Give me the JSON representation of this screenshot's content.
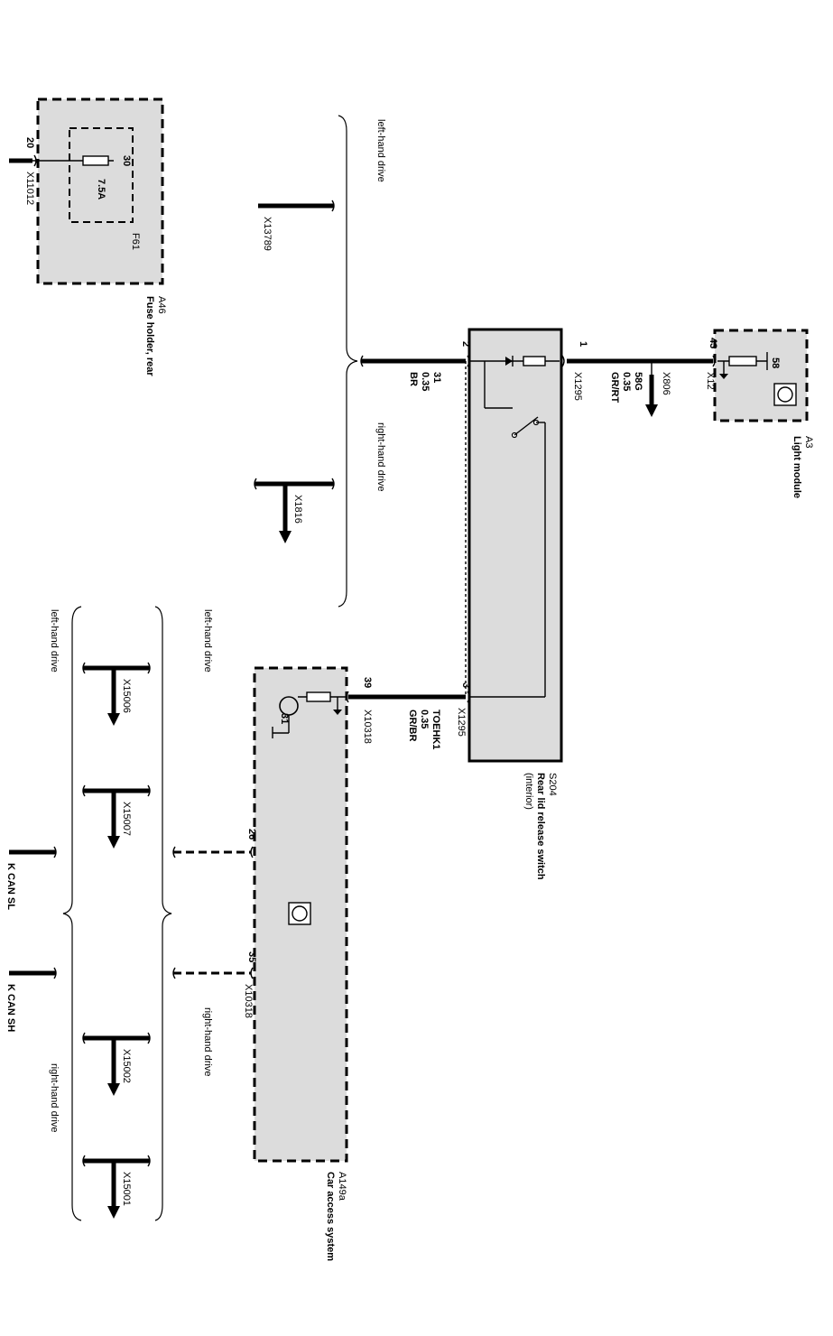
{
  "components": {
    "a46": {
      "id": "A46",
      "name": "Fuse holder, rear"
    },
    "f61": {
      "id": "F61",
      "pin": "30",
      "rating": "7.5A"
    },
    "a3": {
      "id": "A3",
      "name": "Light module",
      "pin": "58"
    },
    "s204": {
      "id": "S204",
      "name_line1": "Rear lid release switch",
      "name_line2": "(interior)"
    },
    "a149a": {
      "id": "A149a",
      "name": "Car access system",
      "pin": "31"
    }
  },
  "connectors": {
    "x11012": "X11012",
    "x11012_pin": "20",
    "x12": "X12",
    "x12_pin": "43",
    "x806": "X806",
    "x1295_top": "X1295",
    "x1295_pin1": "1",
    "x1295_pin2": "2",
    "x1295_bottom": "X1295",
    "x1295_pin3": "3",
    "x13789": "X13789",
    "x1816": "X1816",
    "x10318_a": "X10318",
    "x10318_a_pin": "39",
    "x10318_b": "X10318",
    "x10318_b_pin26": "26",
    "x10318_b_pin35": "35",
    "x15006": "X15006",
    "x15007": "X15007",
    "x15002": "X15002",
    "x15001": "X15001"
  },
  "wires": {
    "w1": {
      "signal": "58G",
      "size": "0.35",
      "color": "GR/RT"
    },
    "w2": {
      "signal": "31",
      "size": "0.35",
      "color": "BR"
    },
    "w3": {
      "signal": "TOEHK1",
      "size": "0.35",
      "color": "GR/BR"
    }
  },
  "labels": {
    "lhd_top": "left-hand drive",
    "rhd_top": "right-hand drive",
    "lhd_mid": "left-hand drive",
    "rhd_mid": "right-hand drive",
    "lhd_low": "left-hand drive",
    "rhd_low": "right-hand drive",
    "kcan_sl": "K CAN SL",
    "kcan_sh": "K CAN SH"
  }
}
